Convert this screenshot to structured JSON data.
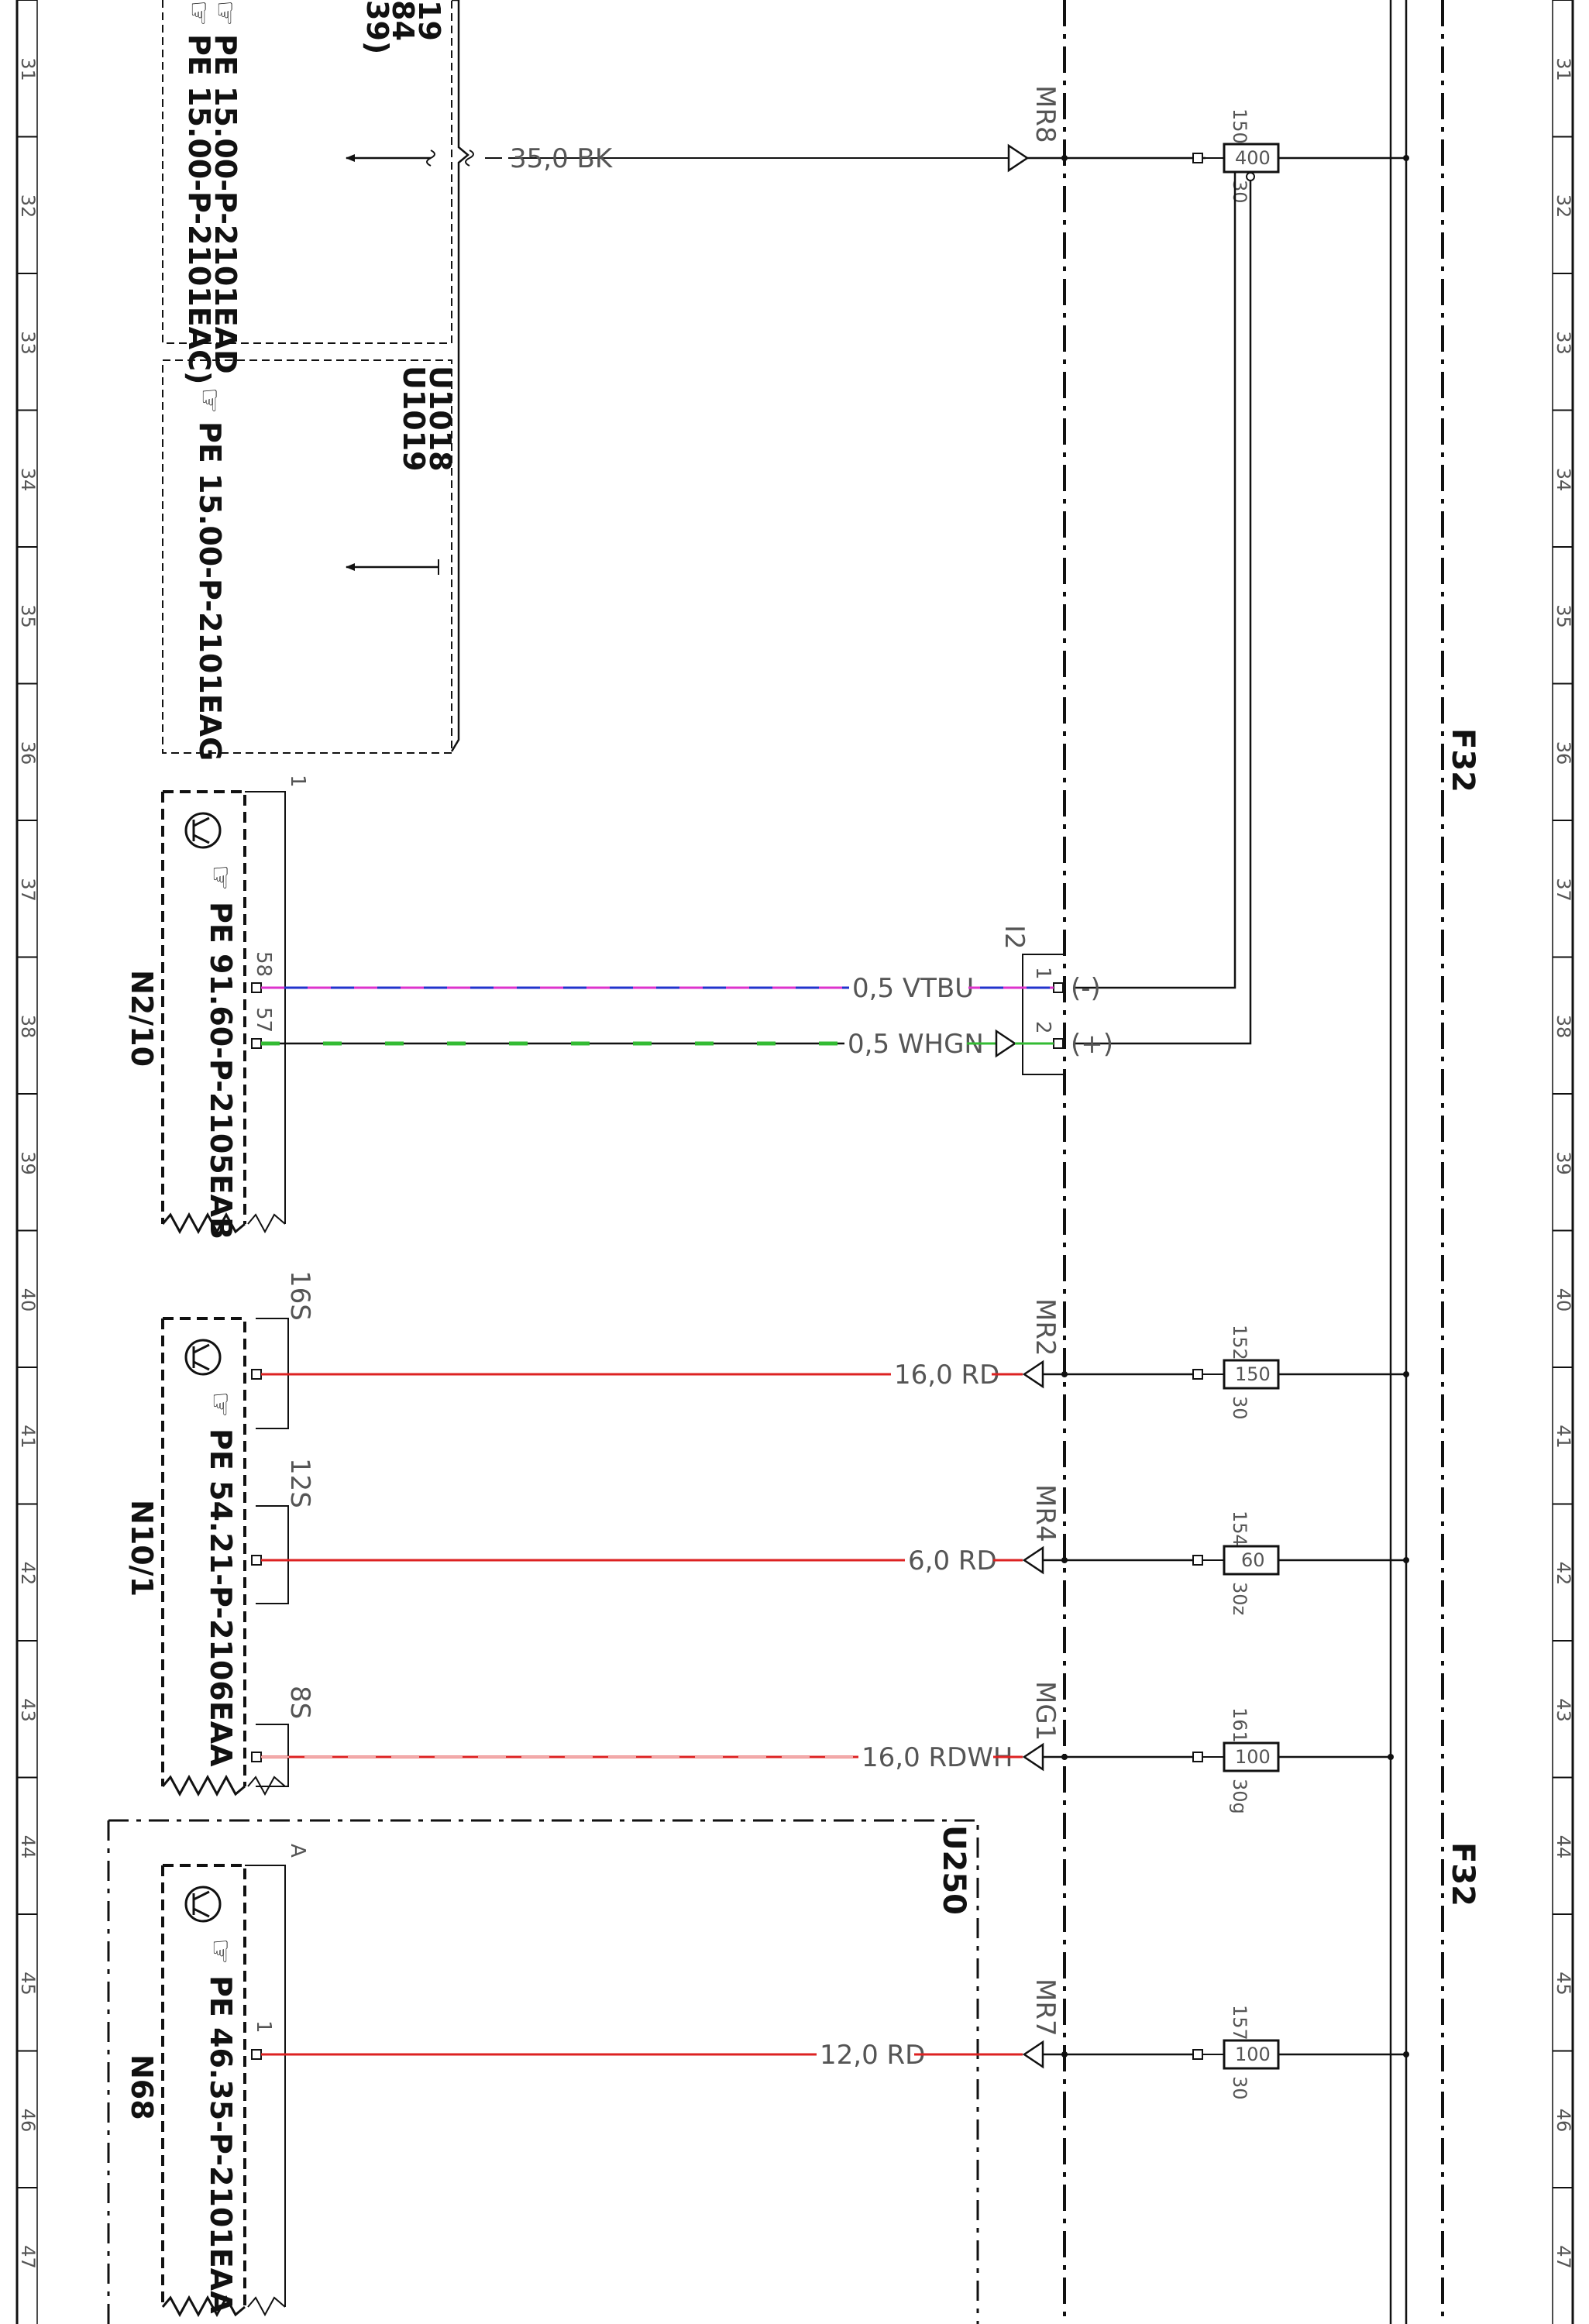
{
  "colors": {
    "red": "#dd2222",
    "blue": "#2233cc",
    "magenta": "#dd33cc",
    "green": "#33bb33",
    "black": "#111111",
    "gray": "#555555"
  },
  "ruler": [
    "31",
    "32",
    "33",
    "34",
    "35",
    "36",
    "37",
    "38",
    "39",
    "40",
    "41",
    "42",
    "43",
    "44",
    "45",
    "46",
    "47"
  ],
  "top_refs": {
    "lines": [
      "19",
      "84",
      "39)"
    ],
    "box1_refs": [
      "PE 15.00-P-2101EAD",
      "PE 15.00-P-2101EAC)"
    ],
    "box2_codes": [
      "U1018",
      "U1019"
    ],
    "box2_ref": "PE 15.00-P-2101EAG"
  },
  "sections": {
    "f32_top": "F32",
    "f32_bottom": "F32",
    "u250": "U250"
  },
  "components": [
    {
      "id": "N2/10",
      "ref": "PE 91.60-P-2105EAB",
      "pin_top": "1"
    },
    {
      "id": "N10/1",
      "ref": "PE 54.21-P-2106EAA"
    },
    {
      "id": "N68",
      "ref": "PE 46.35-P-2101EAA",
      "pin_top": "A"
    }
  ],
  "connector_i2": {
    "name": "I2",
    "pins": [
      {
        "pin": "1",
        "polarity": "(-)"
      },
      {
        "pin": "2",
        "polarity": "(+)"
      }
    ]
  },
  "wires": [
    {
      "id": "w-mr8",
      "label": "35,0 BK",
      "color": "black",
      "node": "MR8",
      "fuse": "400",
      "fuse_top": "150",
      "fuse_bottom": "30"
    },
    {
      "id": "w-vtbu",
      "label": "0,5 VTBU",
      "color": "blue",
      "pin": "58"
    },
    {
      "id": "w-whgn",
      "label": "0,5 WHGN",
      "color": "green",
      "pin": "57"
    },
    {
      "id": "w-mr2",
      "label": "16,0 RD",
      "color": "red",
      "node": "MR2",
      "fuse": "150",
      "fuse_top": "152",
      "fuse_bottom": "30",
      "pin": "16S"
    },
    {
      "id": "w-mr4",
      "label": "6,0 RD",
      "color": "red",
      "node": "MR4",
      "fuse": "60",
      "fuse_top": "154",
      "fuse_bottom": "30z",
      "pin": "12S"
    },
    {
      "id": "w-mg1",
      "label": "16,0 RDWH",
      "color": "red",
      "node": "MG1",
      "fuse": "100",
      "fuse_top": "161",
      "fuse_bottom": "30g",
      "pin": "8S"
    },
    {
      "id": "w-mr7",
      "label": "12,0 RD",
      "color": "red",
      "node": "MR7",
      "fuse": "100",
      "fuse_top": "157",
      "fuse_bottom": "30",
      "pin": "1"
    }
  ]
}
